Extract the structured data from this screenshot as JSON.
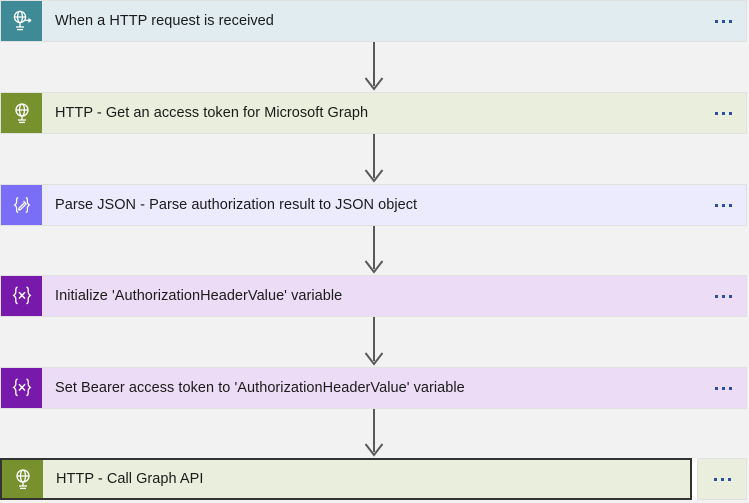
{
  "canvas": {
    "background_color": "#f2f2f2",
    "connector_color": "#595959"
  },
  "flow": {
    "steps": [
      {
        "title": "When a HTTP request is received",
        "icon": "globe-request-trigger-icon",
        "icon_bg": "#3e8a96",
        "body_bg": "#e0ecef",
        "selected": false,
        "menu_label": "More commands"
      },
      {
        "title": "HTTP - Get an access token for Microsoft Graph",
        "icon": "globe-http-icon",
        "icon_bg": "#77912f",
        "body_bg": "#eaeedc",
        "selected": false,
        "menu_label": "More commands"
      },
      {
        "title": "Parse JSON - Parse authorization result to JSON object",
        "icon": "braces-pencil-icon",
        "icon_bg": "#7b6ef6",
        "body_bg": "#eceafd",
        "selected": false,
        "menu_label": "More commands"
      },
      {
        "title": "Initialize 'AuthorizationHeaderValue' variable",
        "icon": "braces-variable-icon",
        "icon_bg": "#7719aa",
        "body_bg": "#ecdcf5",
        "selected": false,
        "menu_label": "More commands"
      },
      {
        "title": "Set Bearer access token to 'AuthorizationHeaderValue' variable",
        "icon": "braces-variable-icon",
        "icon_bg": "#7719aa",
        "body_bg": "#ecdcf5",
        "selected": false,
        "menu_label": "More commands"
      },
      {
        "title": "HTTP - Call Graph API",
        "icon": "globe-http-icon",
        "icon_bg": "#77912f",
        "body_bg": "#eaeedc",
        "selected": true,
        "menu_label": "More commands"
      }
    ]
  }
}
